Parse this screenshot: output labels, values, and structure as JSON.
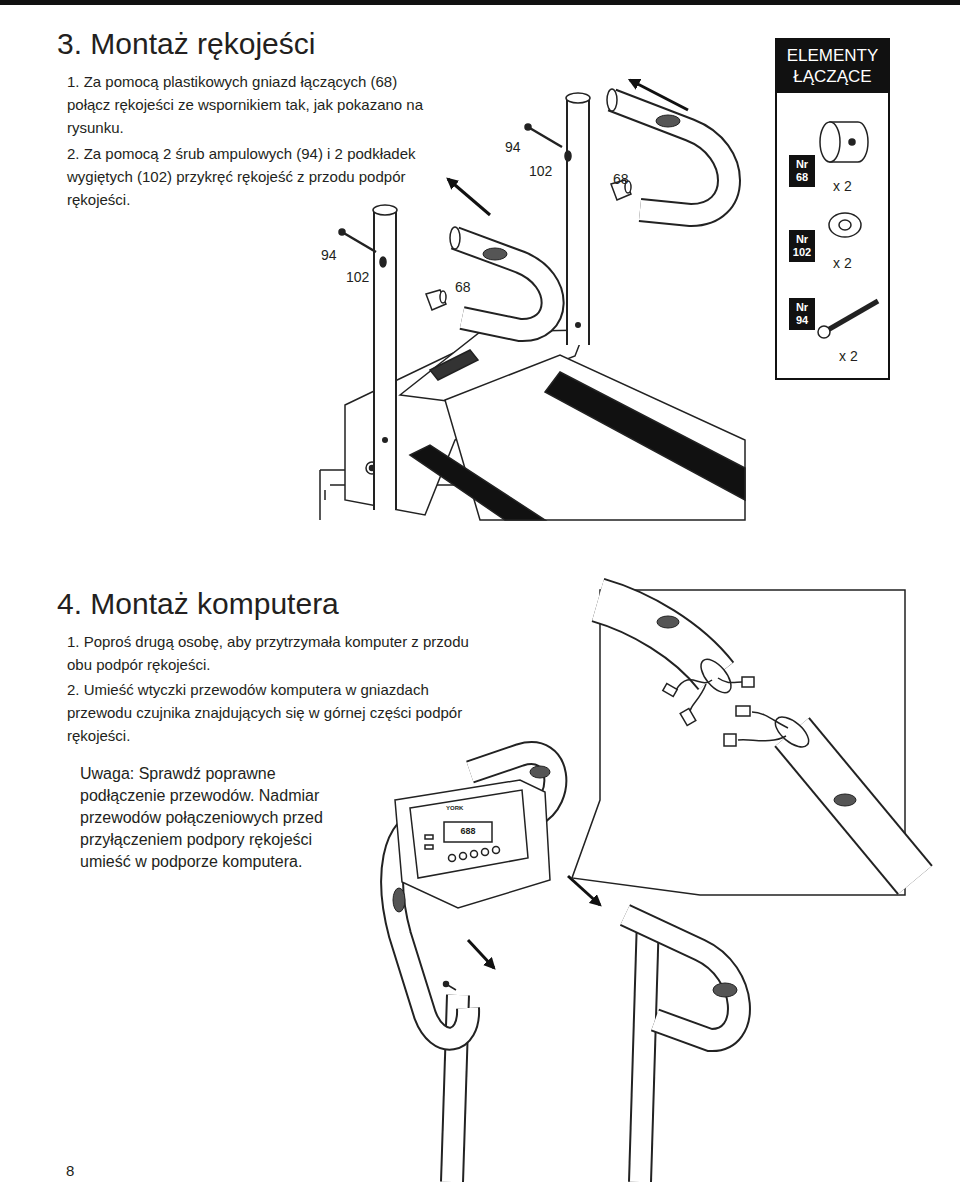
{
  "diagram": {
    "nodes": [
      {
        "text": [
          "ELEMENTY ŁĄCZĄCE",
          "x 2",
          "x 2",
          "x 2"
        ]
      },
      {
        "text": [
          "Nr 68"
        ],
        "in": 0
      },
      {
        "text": [
          "Nr 102"
        ],
        "in": 0
      },
      {
        "text": [
          "Nr 94"
        ],
        "in": 0
      }
    ],
    "edges": [],
    "labels": [
      "3. Montaż rękojeści",
      "1. Za pomocą plastikowych gniazd łączących (68) połącz rękojeści ze wspornikiem tak, jak pokazano na rysunku.",
      "2. Za pomocą 2 śrub ampulowych (94) i 2 podkładek wygiętych (102) przykręć rękojeść z przodu podpór rękojeści.",
      "94",
      "102",
      "68",
      "94",
      "102",
      "68",
      "4. Montaż komputera",
      "1. Poproś drugą osobę, aby przytrzymała komputer z przodu obu podpór rękojeści.",
      "2. Umieść wtyczki przewodów komputera w gniazdach przewodu czujnika znajdujących się w górnej części podpór rękojeści.",
      "Uwaga: Sprawdź poprawne podłączenie przewodów. Nadmiar przewodów połączeniowych przed przyłączeniem podpory rękojeści umieść w podporze komputera.",
      "YORK",
      "688",
      "8"
    ]
  }
}
